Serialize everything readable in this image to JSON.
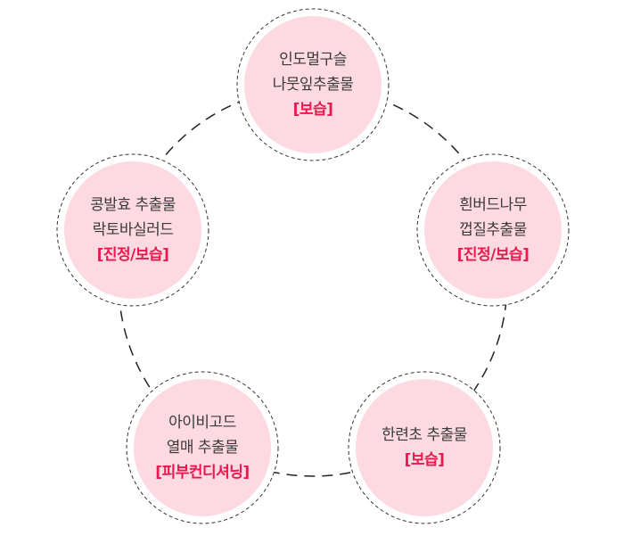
{
  "colors": {
    "fill": "#fdd9e2",
    "text": "#3a3a3a",
    "accent": "#e8194e"
  },
  "nodes": [
    {
      "line1": "인도멀구슬",
      "line2": "나뭇잎추출물",
      "tag": "[보습]"
    },
    {
      "line1": "흰버드나무",
      "line2": "껍질추출물",
      "tag": "[진정/보습]"
    },
    {
      "line1": "한련초 추출물",
      "line2": "",
      "tag": "[보습]"
    },
    {
      "line1": "아이비고드",
      "line2": "열매 추출물",
      "tag": "[피부컨디셔닝]"
    },
    {
      "line1": "콩발효 추출물",
      "line2": "락토바실러드",
      "tag": "[진정/보습]"
    }
  ]
}
